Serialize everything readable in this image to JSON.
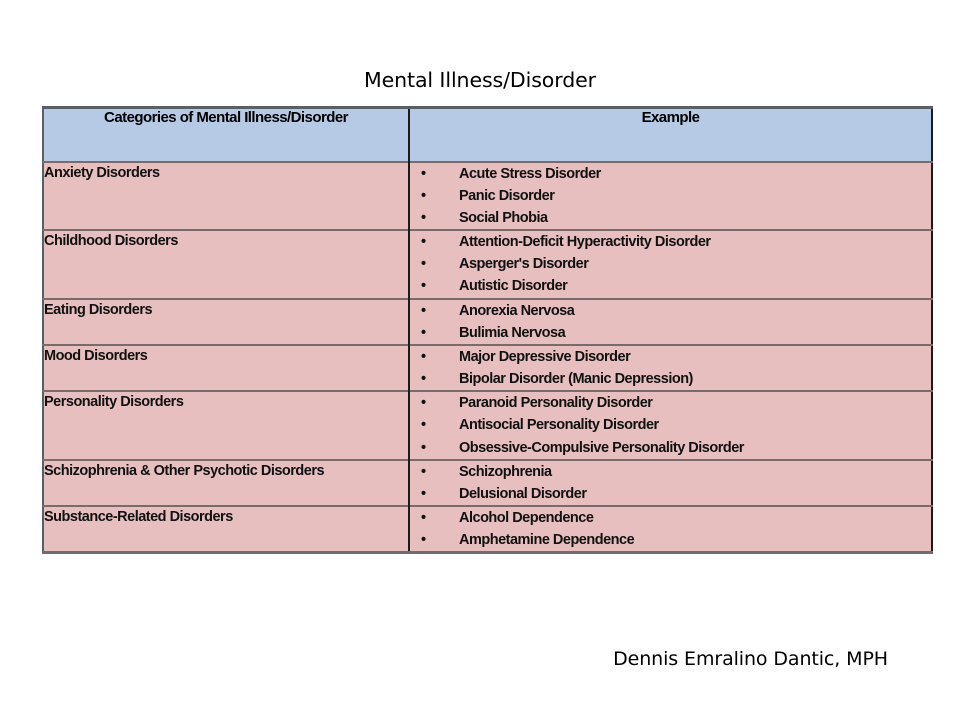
{
  "slide": {
    "title": "Mental Illness/Disorder",
    "author_credit": "Dennis Emralino Dantic, MPH"
  },
  "colors": {
    "header_fill": "#b6c9e5",
    "body_fill": "#e8bfbf",
    "border_dark": "#1b1b1b",
    "border_gray": "#5a5f66",
    "row_divider": "#7a6a6a",
    "text": "#111111",
    "page_background": "#ffffff"
  },
  "table": {
    "columns": [
      {
        "key": "category",
        "label": "Categories of Mental Illness/Disorder"
      },
      {
        "key": "example",
        "label": "Example"
      }
    ],
    "rows": [
      {
        "category": "Anxiety Disorders",
        "examples": [
          "Acute Stress Disorder",
          "Panic Disorder",
          "Social Phobia"
        ]
      },
      {
        "category": "Childhood Disorders",
        "examples": [
          "Attention-Deficit Hyperactivity Disorder",
          "Asperger's Disorder",
          "Autistic Disorder"
        ]
      },
      {
        "category": "Eating Disorders",
        "examples": [
          "Anorexia Nervosa",
          "Bulimia Nervosa"
        ]
      },
      {
        "category": "Mood Disorders",
        "examples": [
          "Major Depressive Disorder",
          "Bipolar Disorder (Manic Depression)"
        ]
      },
      {
        "category": "Personality Disorders",
        "examples": [
          "Paranoid Personality Disorder",
          "Antisocial Personality Disorder",
          "Obsessive-Compulsive Personality Disorder"
        ]
      },
      {
        "category": "Schizophrenia & Other Psychotic Disorders",
        "examples": [
          "Schizophrenia",
          "Delusional Disorder"
        ]
      },
      {
        "category": "Substance-Related Disorders",
        "examples": [
          "Alcohol Dependence",
          "Amphetamine Dependence"
        ]
      }
    ],
    "bullet_glyph": "•"
  }
}
